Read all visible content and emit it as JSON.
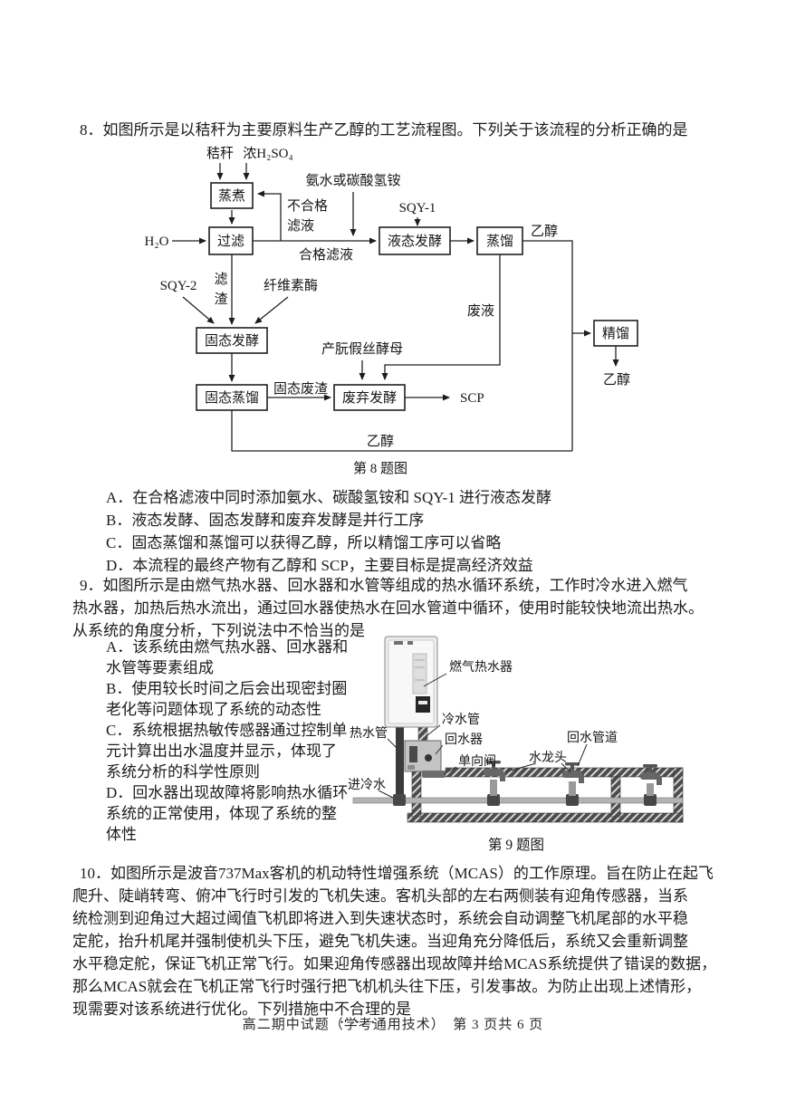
{
  "q8": {
    "stem": "8．如图所示是以秸秆为主要原料生产乙醇的工艺流程图。下列关于该流程的分析正确的是",
    "figure": {
      "caption": "第 8 题图",
      "boxes": {
        "steam": "蒸煮",
        "filter": "过滤",
        "liquid_ferment": "液态发酵",
        "distill": "蒸馏",
        "solid_ferment": "固态发酵",
        "solid_distill": "固态蒸馏",
        "waste_ferment": "废弃发酵",
        "rectify": "精馏"
      },
      "labels": {
        "straw": "秸秆",
        "acid": "浓H₂SO₄",
        "ammonia": "氨水或碳酸氢铵",
        "unqualified_line1": "不合格",
        "unqualified_line2": "滤液",
        "sqy1": "SQY-1",
        "water": "H₂O",
        "qualified": "合格滤液",
        "ethanol_top": "乙醇",
        "sqy2": "SQY-2",
        "residue_char1": "滤",
        "residue_char2": "渣",
        "cellulase": "纤维素酶",
        "waste_liquid": "废液",
        "yeast": "产朊假丝酵母",
        "solid_waste": "固态废渣",
        "scp": "SCP",
        "ethanol_bottom": "乙醇",
        "ethanol_right": "乙醇"
      }
    },
    "options": [
      "A．在合格滤液中同时添加氨水、碳酸氢铵和 SQY-1 进行液态发酵",
      "B．液态发酵、固态发酵和废弃发酵是并行工序",
      "C．固态蒸馏和蒸馏可以获得乙醇，所以精馏工序可以省略",
      "D．本流程的最终产物有乙醇和 SCP，主要目标是提高经济效益"
    ]
  },
  "q9": {
    "stem_line1": "9．如图所示是由燃气热水器、回水器和水管等组成的热水循环系统，工作时冷水进入燃气",
    "stem_line2": "热水器，加热后热水流出，通过回水器使热水在回水管道中循环，使用时能较快地流出热水。",
    "stem_line3_pre": "从系统的角度分析，下列说法中",
    "stem_line3_emph": "不恰当",
    "stem_line3_post": "的是",
    "option_lines": [
      "A．该系统由燃气热水器、回水器和",
      "水管等要素组成",
      "B．使用较长时间之后会出现密封圈",
      "老化等问题体现了系统的动态性",
      "C．系统根据热敏传感器通过控制单",
      "元计算出出水温度并显示，体现了",
      "系统分析的科学性原则",
      "D．回水器出现故障将影响热水循环",
      "系统的正常使用，体现了系统的整",
      "体性"
    ],
    "figure": {
      "caption": "第 9 题图",
      "labels": {
        "heater": "燃气热水器",
        "cold_pipe": "冷水管",
        "hot_pipe": "热水管",
        "return_device": "回水器",
        "return_pipe": "回水管道",
        "check_valve": "单向阀",
        "faucet": "水龙头",
        "cold_in": "进冷水"
      }
    }
  },
  "q10": {
    "lines": [
      "10．如图所示是波音737Max客机的机动特性增强系统（MCAS）的工作原理。旨在防止在起飞",
      "爬升、陡峭转弯、俯冲飞行时引发的飞机失速。客机头部的左右两侧装有迎角传感器，当系",
      "统检测到迎角过大超过阈值飞机即将进入到失速状态时，系统会自动调整飞机尾部的水平稳",
      "定舵，抬升机尾并强制使机头下压，避免飞机失速。当迎角充分降低后，系统又会重新调整",
      "水平稳定舵，保证飞机正常飞行。如果迎角传感器出现故障并给MCAS系统提供了错误的数据，",
      "那么MCAS就会在飞机正常飞行时强行把飞机机头往下压，引发事故。为防止出现上述情形，"
    ],
    "last_pre": "现需要对该系统进行优化。下列措施中",
    "last_emph": "不合理",
    "last_post": "的是"
  },
  "footer": "高二期中试题（学考通用技术）　第 3 页共 6 页"
}
